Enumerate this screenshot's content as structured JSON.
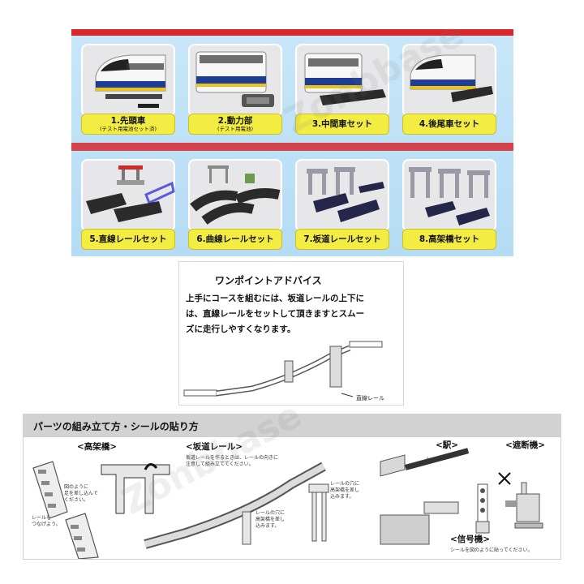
{
  "catalog": {
    "items": [
      {
        "label": "1.先頭車",
        "sublabel": "(テスト用電池セット済)"
      },
      {
        "label": "2.動力部",
        "sublabel": "(テスト用電池)"
      },
      {
        "label": "3.中間車セット",
        "sublabel": ""
      },
      {
        "label": "4.後尾車セット",
        "sublabel": ""
      },
      {
        "label": "5.直線レールセット",
        "sublabel": ""
      },
      {
        "label": "6.曲線レールセット",
        "sublabel": ""
      },
      {
        "label": "7.坂道レールセット",
        "sublabel": ""
      },
      {
        "label": "8.高架橋セット",
        "sublabel": ""
      }
    ],
    "colors": {
      "accent_red": "#d8262b",
      "label_yellow": "#f2ec43",
      "panel_blue": "#c8e6f8"
    }
  },
  "advice": {
    "title": "ワンポイントアドバイス",
    "lines": [
      "上手にコースを組むには、坂道レールの上下に",
      "は、直線レールをセットして頂きますとスムー",
      "ズに走行しやすくなります。"
    ],
    "caption": "直線レール"
  },
  "assembly": {
    "title": "パーツの組み立て方・シールの貼り方",
    "sections": {
      "bridge": "<高架橋>",
      "slope": "<坂道レール>",
      "station": "<駅>",
      "crossing": "<遮断機>",
      "signal": "<信号機>"
    },
    "notes": {
      "bridge_insert": "図のように\n足を差し込んで\nください。",
      "bridge_connect": "レールを\nつなげよう。",
      "slope_desc": "坂道レールを作るときは、レールの向きに\n注意して組み立ててください。",
      "slope_insert": "レールの穴に\n高架橋を差し\n込みます。",
      "station_insert": "レールの穴に\n高架橋を差し\n込みます。",
      "signal_sticker": "シールを図のように貼ってください。",
      "sticker": "シール"
    }
  },
  "watermark": "Zonbbase"
}
